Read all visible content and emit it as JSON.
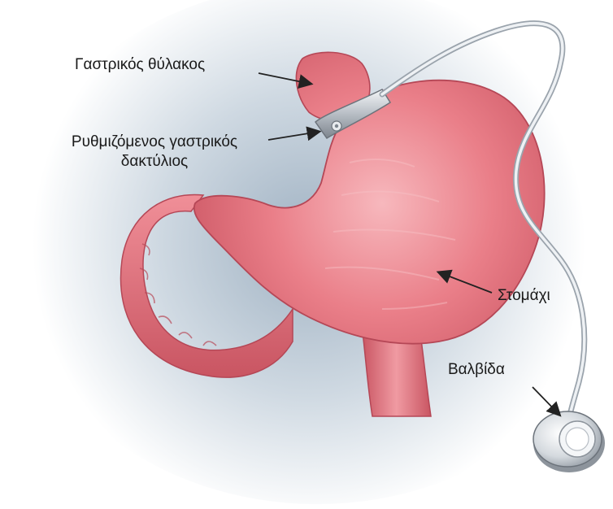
{
  "labels": {
    "gastric_pouch": "Γαστρικός θύλακος",
    "band_line1": "Ρυθμιζόμενος γαστρικός",
    "band_line2": "δακτύλιος",
    "stomach": "Στομάχι",
    "port": "Βαλβίδα"
  },
  "colors": {
    "background_glow": "#c9d4de",
    "stomach_fill": "#e66e7a",
    "stomach_highlight": "#f6b3b8",
    "stomach_shadow": "#b9404f",
    "band_metal": "#c9cdd2",
    "tube": "#d8dde2"
  }
}
